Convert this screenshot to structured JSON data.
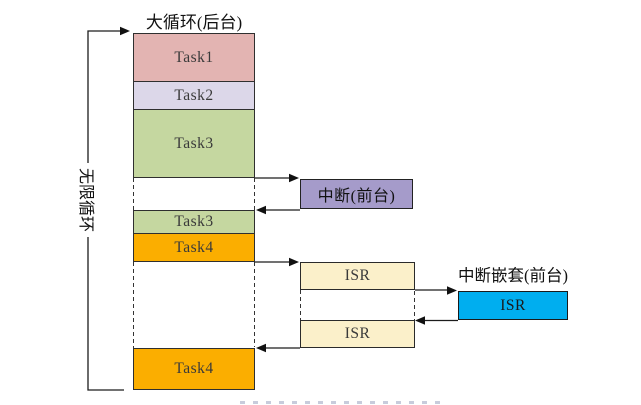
{
  "figure": {
    "title": "大循环(后台)",
    "loop_label": "无限循环",
    "nested_interrupt_label": "中断嵌套(前台)"
  },
  "background_column": {
    "task1": "Task1",
    "task2": "Task2",
    "task3_first": "Task3",
    "task3_second": "Task3",
    "task4_first": "Task4",
    "task4_second": "Task4"
  },
  "foreground": {
    "interrupt": "中断(前台)",
    "isr_first": "ISR",
    "isr_nested": "ISR",
    "isr_second": "ISR"
  },
  "colors": {
    "task1_fill": "#E3B4B2",
    "task2_fill": "#DCD7E9",
    "task3_fill": "#C5D7A0",
    "task4_fill": "#FBAE00",
    "interrupt_fill": "#A59BCA",
    "isr_fill": "#FBF0CA",
    "isr_nested_fill": "#00AEEF"
  }
}
